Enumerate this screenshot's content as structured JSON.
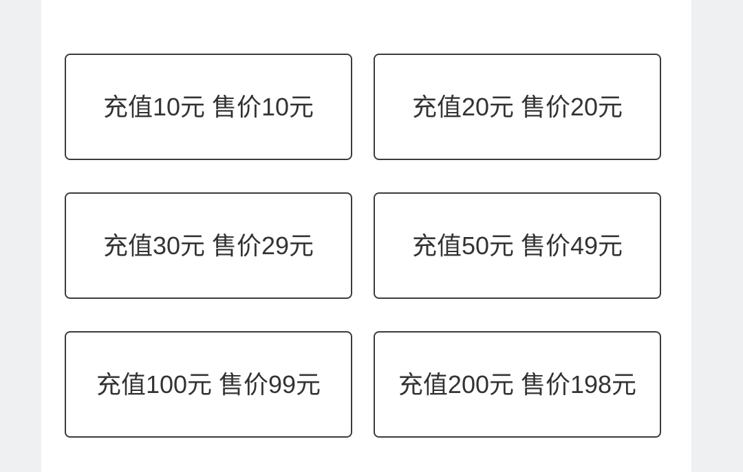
{
  "page": {
    "background_color": "#eff0f1",
    "content_background_color": "#ffffff"
  },
  "packages": {
    "card_border_color": "#3a3a3a",
    "card_background_color": "#ffffff",
    "label_color": "#333333",
    "items": [
      {
        "label": "充值10元 售价10元",
        "recharge_amount": "充值10元",
        "sale_price": "售价10元"
      },
      {
        "label": "充值20元 售价20元",
        "recharge_amount": "充值20元",
        "sale_price": "售价20元"
      },
      {
        "label": "充值30元 售价29元",
        "recharge_amount": "充值30元",
        "sale_price": "售价29元"
      },
      {
        "label": "充值50元 售价49元",
        "recharge_amount": "充值50元",
        "sale_price": "售价49元"
      },
      {
        "label": "充值100元 售价99元",
        "recharge_amount": "充值100元",
        "sale_price": "售价99元"
      },
      {
        "label": "充值200元 售价198元",
        "recharge_amount": "充值200元",
        "sale_price": "售价198元"
      }
    ]
  }
}
